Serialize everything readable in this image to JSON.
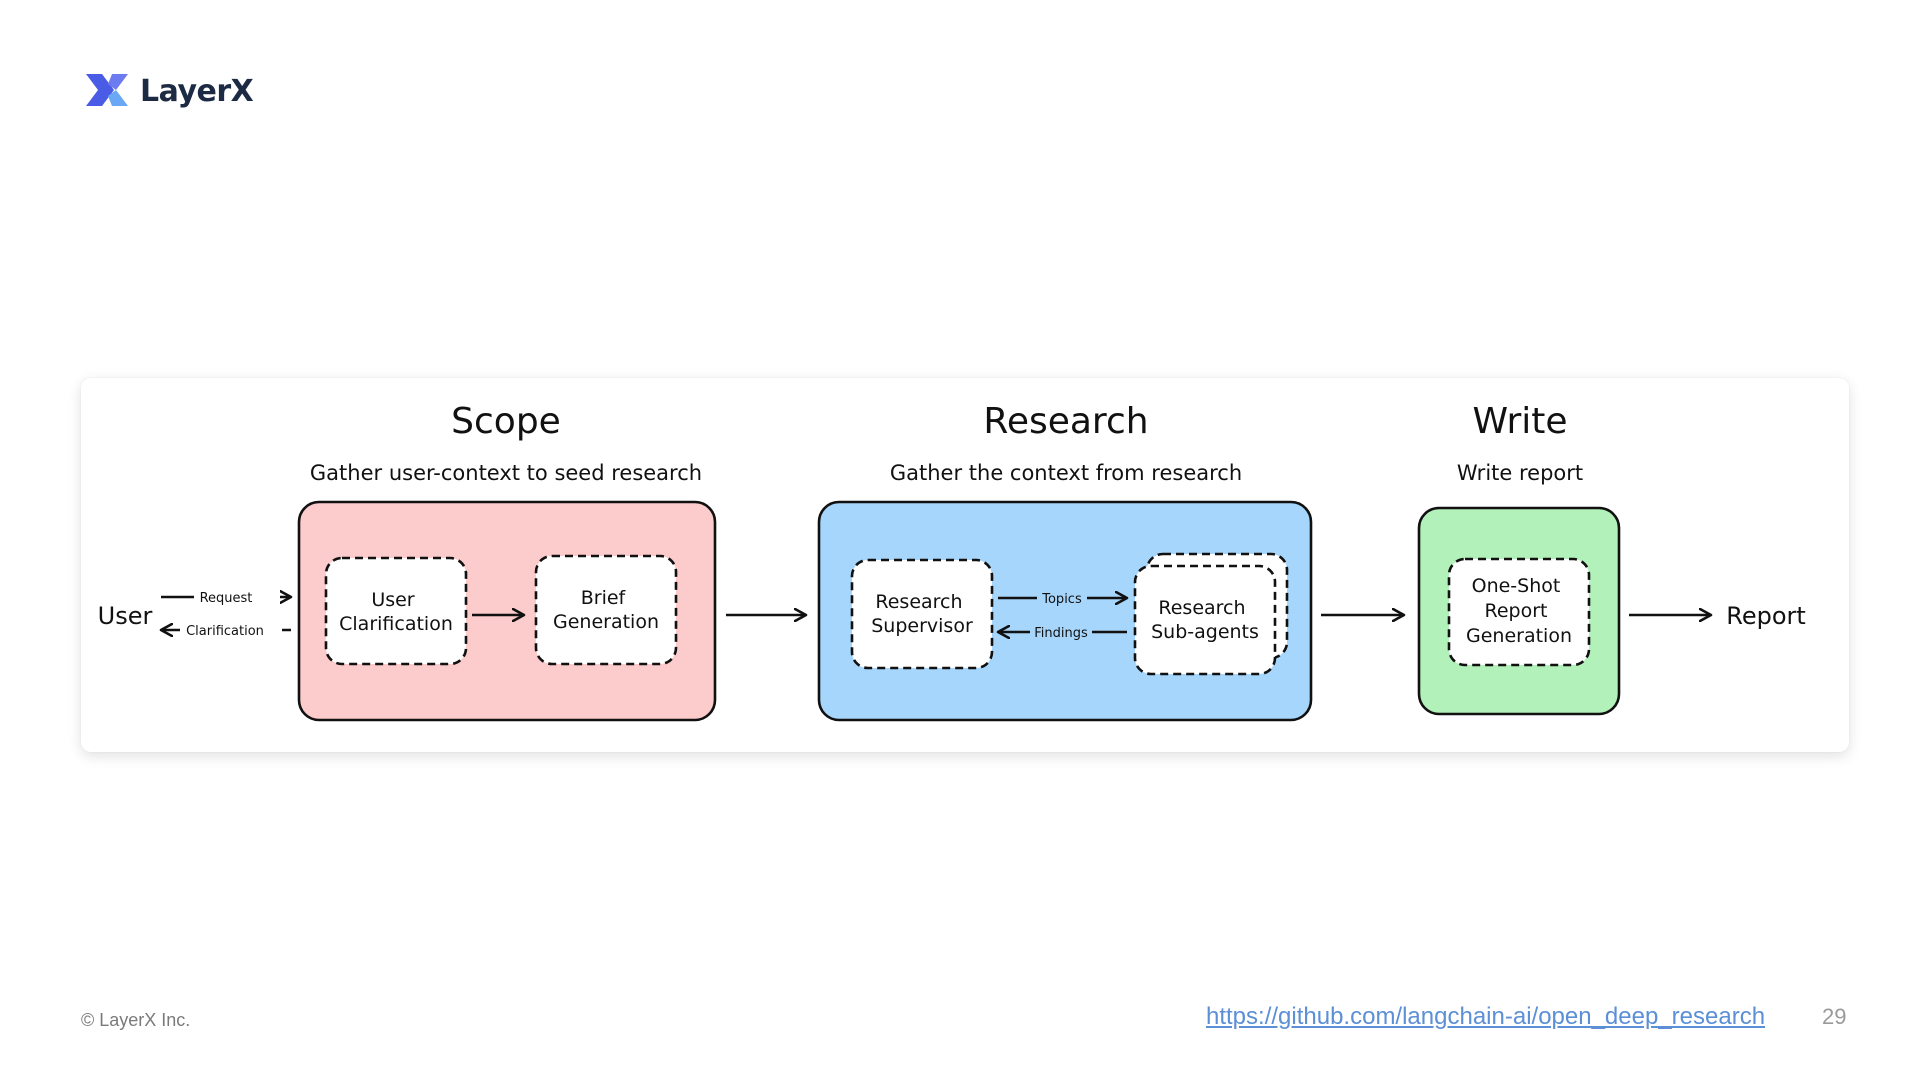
{
  "brand": {
    "name": "LayerX"
  },
  "diagram": {
    "stages": [
      {
        "title": "Scope",
        "subtitle": "Gather user-context to seed research",
        "color": "#fccbcb"
      },
      {
        "title": "Research",
        "subtitle": "Gather the context from research",
        "color": "#a6d6fb"
      },
      {
        "title": "Write",
        "subtitle": "Write report",
        "color": "#b2f1b9"
      }
    ],
    "nodes": {
      "user": "User",
      "user_clarification": [
        "User",
        "Clarification"
      ],
      "brief_generation": [
        "Brief",
        "Generation"
      ],
      "research_supervisor": [
        "Research",
        "Supervisor"
      ],
      "research_subagents": [
        "Research",
        "Sub-agents"
      ],
      "one_shot_report": [
        "One-Shot",
        "Report",
        "Generation"
      ],
      "report": "Report"
    },
    "edge_labels": {
      "request": "Request",
      "clarification": "Clarification",
      "topics": "Topics",
      "findings": "Findings"
    }
  },
  "footer": {
    "copyright": "© LayerX Inc.",
    "link": "https://github.com/langchain-ai/open_deep_research",
    "page_number": "29"
  }
}
